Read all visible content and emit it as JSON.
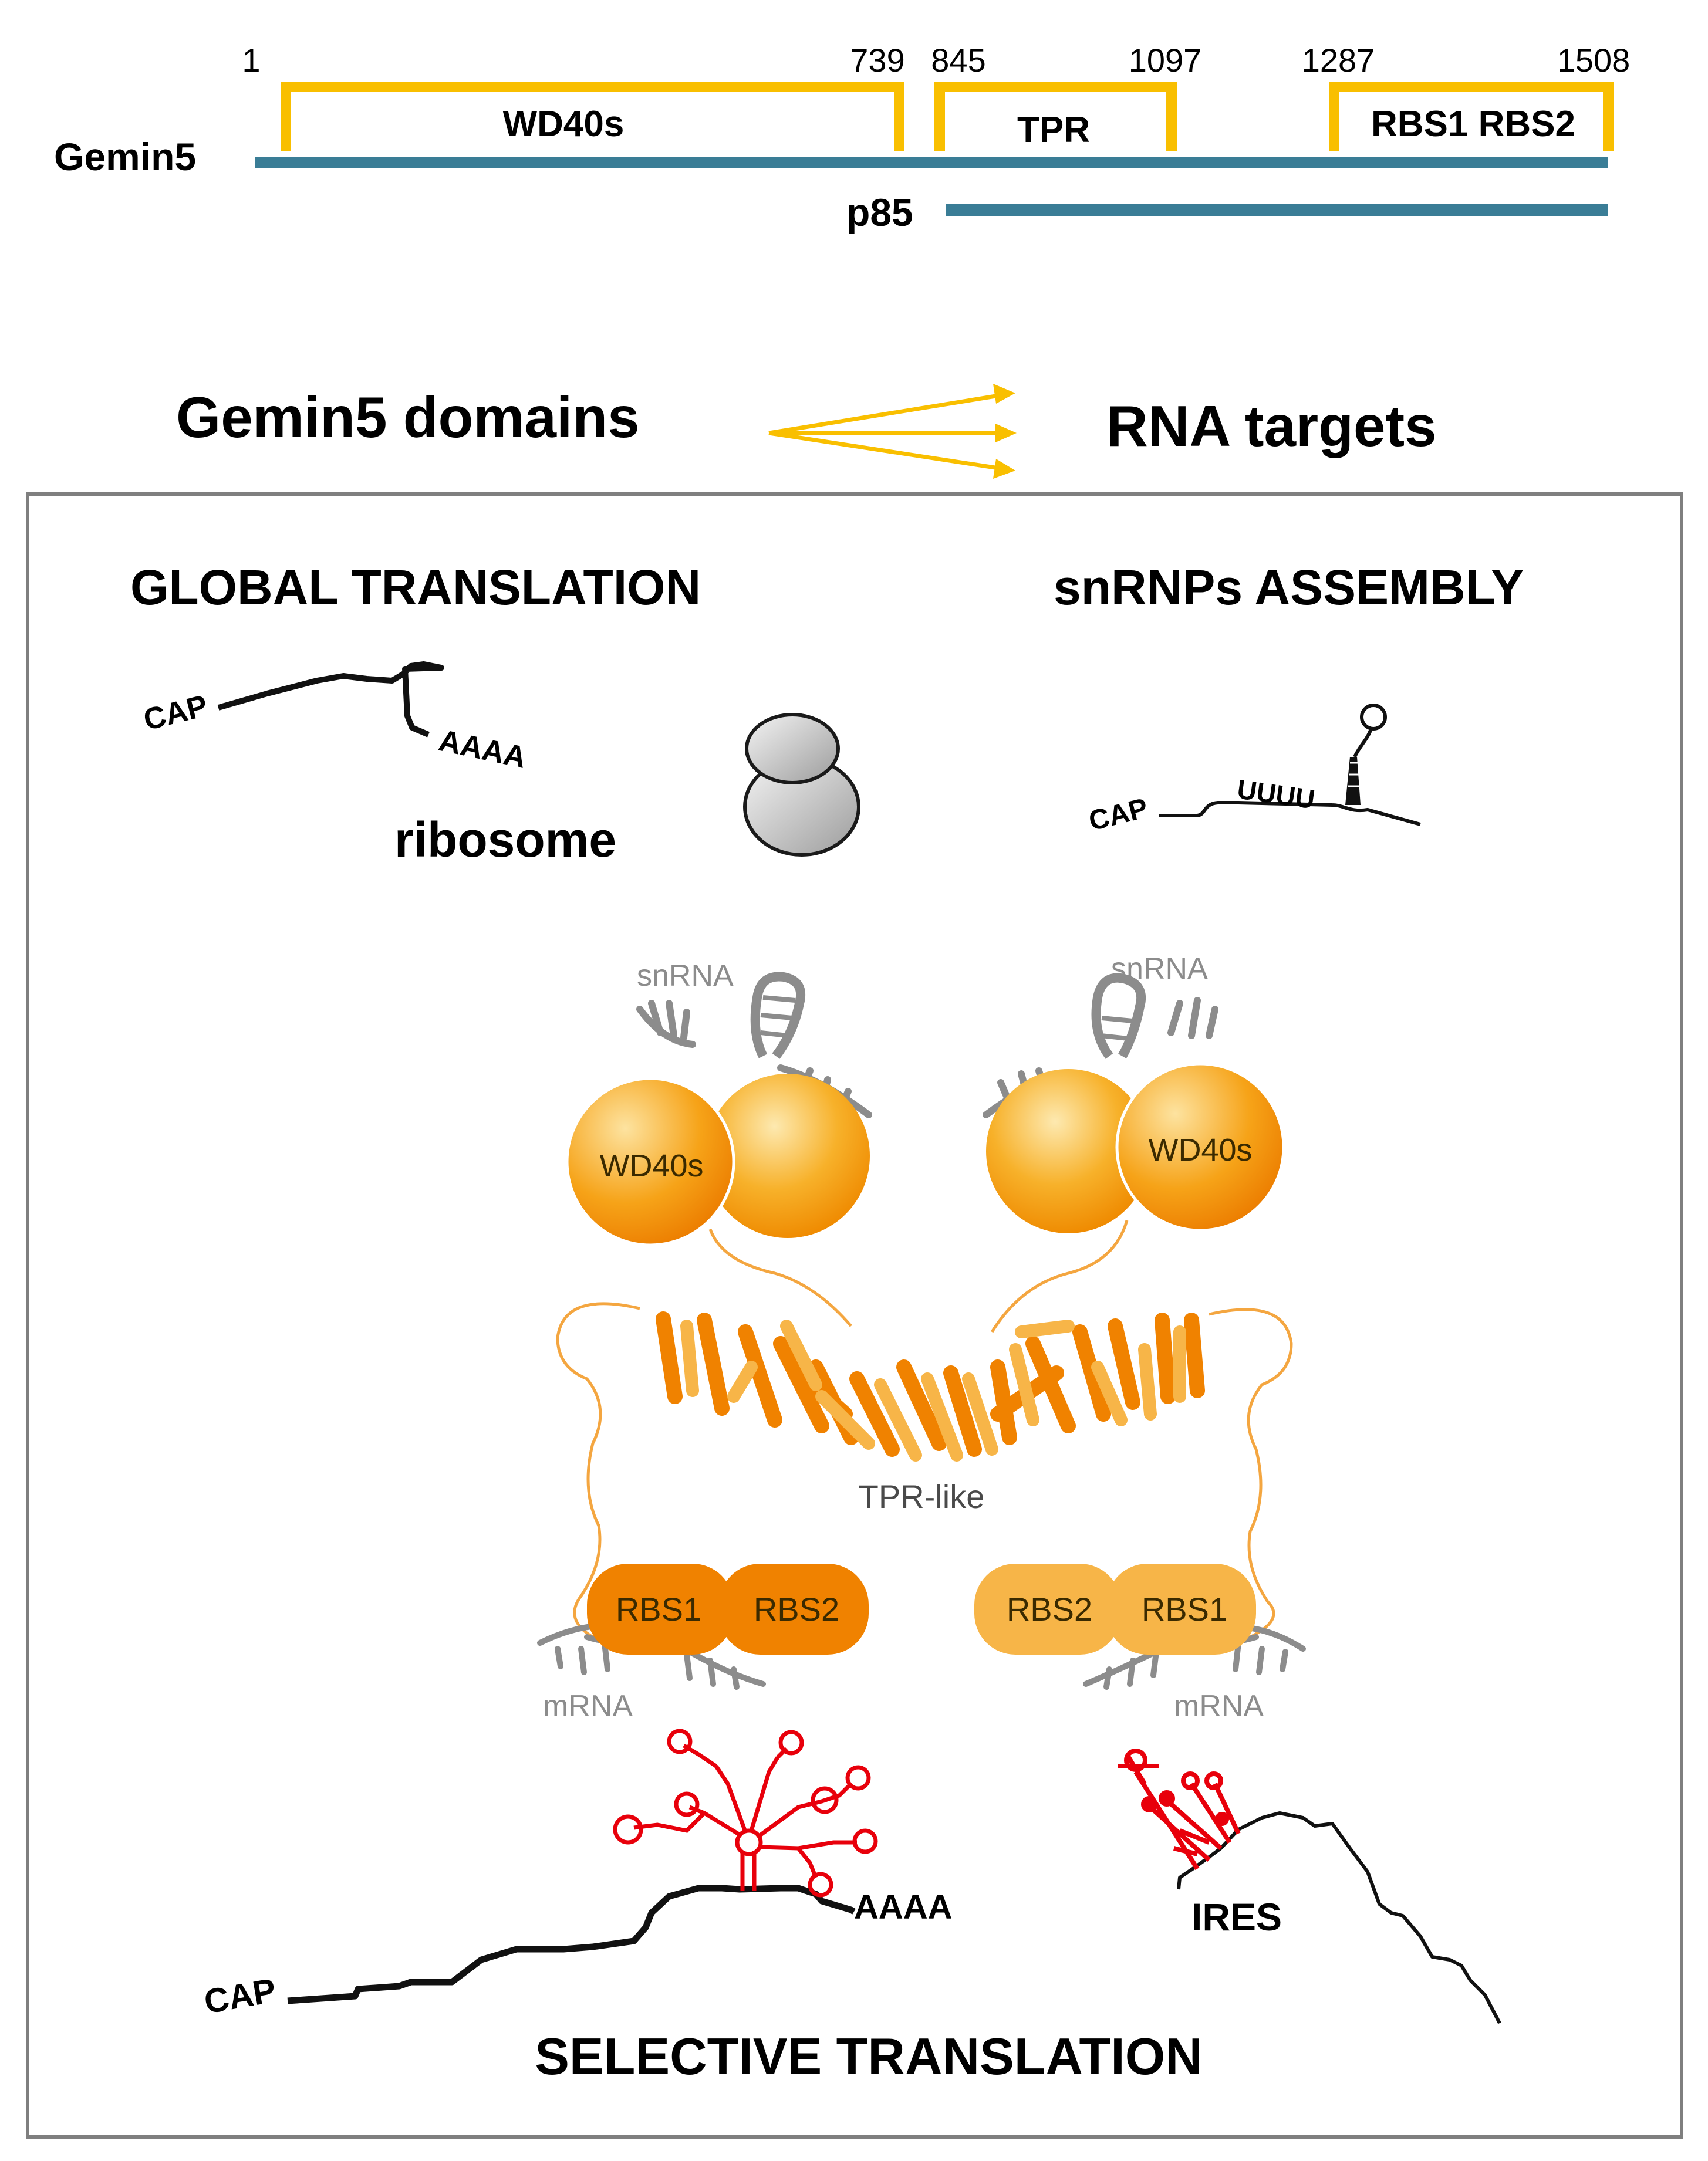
{
  "colors": {
    "domain_box": "#f9bf00",
    "protein_line": "#3a7d96",
    "orange_dark": "#f08200",
    "orange_light": "#f7b548",
    "rna_red": "#e8000b",
    "grey_rna": "#8c8c8c",
    "frame": "#7f7f7f"
  },
  "domain_map": {
    "protein_label": "Gemin5",
    "fragment_label": "p85",
    "positions": {
      "p1": "1",
      "p739": "739",
      "p845": "845",
      "p1097": "1097",
      "p1287": "1287",
      "p1508": "1508"
    },
    "domains": {
      "wd40": "WD40s",
      "tpr": "TPR",
      "rbs": "RBS1 RBS2"
    }
  },
  "header": {
    "left": "Gemin5 domains",
    "right": "RNA targets"
  },
  "panel": {
    "global_translation": "GLOBAL TRANSLATION",
    "snrnp_assembly": "snRNPs ASSEMBLY",
    "selective_translation": "SELECTIVE TRANSLATION",
    "ribosome": "ribosome",
    "cap": "CAP",
    "polya": "AAAA",
    "uuuu": "UUUU",
    "ires": "IRES"
  },
  "structure": {
    "snrna": "snRNA",
    "wd40s": "WD40s",
    "tpr_like": "TPR-like",
    "rbs1": "RBS1",
    "rbs2": "RBS2",
    "mrna": "mRNA"
  }
}
